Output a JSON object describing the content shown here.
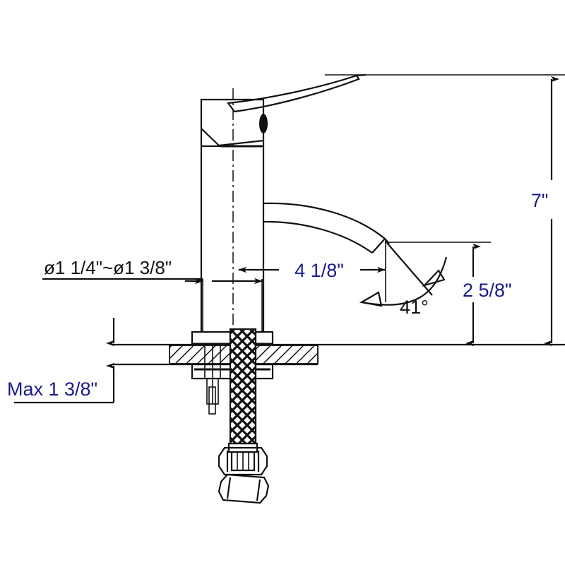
{
  "drawing": {
    "title": "Single-hole bathroom faucet dimension drawing",
    "background_color": "#ffffff",
    "line_color": "#111111",
    "dimension_text_color": "#1a1a8c",
    "note_text_color": "#111111"
  },
  "dimensions": {
    "overall_height": {
      "label": "7\"",
      "color": "#1a1a8c",
      "orientation": "vertical",
      "from": "top of handle lever",
      "to": "counter deck surface"
    },
    "spout_reach": {
      "label": "4 1/8\"",
      "color": "#1a1a8c",
      "orientation": "horizontal",
      "from": "faucet body centerline",
      "to": "spout outlet"
    },
    "spout_height": {
      "label": "2 5/8\"",
      "color": "#1a1a8c",
      "orientation": "vertical",
      "from": "spout outlet",
      "to": "counter deck surface"
    },
    "mounting_hole_diameter": {
      "label": "ø1 1/4\"~ø1 3/8\"",
      "color": "#111111",
      "orientation": "horizontal"
    },
    "max_deck_thickness": {
      "label": "Max 1 3/8\"",
      "color": "#1a1a8c",
      "orientation": "vertical"
    },
    "spout_angle": {
      "label": "41°",
      "color": "#111111",
      "orientation": "angular"
    }
  },
  "parts": [
    {
      "name": "handle-lever",
      "description": "curved single lever handle"
    },
    {
      "name": "cartridge-housing",
      "description": "rectangular handle base block"
    },
    {
      "name": "faucet-body",
      "description": "cylindrical vertical body column"
    },
    {
      "name": "spout",
      "description": "curved gooseneck spout arm"
    },
    {
      "name": "mounting-flange",
      "description": "deck mounting base plate"
    },
    {
      "name": "counter-deck",
      "description": "hatched counter cross-section"
    },
    {
      "name": "mounting-nut",
      "description": "under-counter clamping plate"
    },
    {
      "name": "threaded-stud",
      "description": "mounting stud"
    },
    {
      "name": "braided-hose",
      "description": "flexible braided supply hose"
    },
    {
      "name": "hex-nut-upper",
      "description": "upper hex coupling nut"
    },
    {
      "name": "hex-nut-lower",
      "description": "lower hex coupling nut"
    }
  ]
}
